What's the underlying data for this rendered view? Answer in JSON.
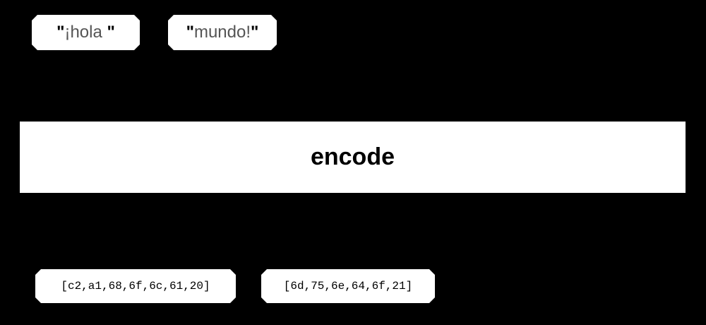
{
  "inputs": [
    {
      "quote_open": "\"",
      "text": "¡hola ",
      "quote_close": "\""
    },
    {
      "quote_open": "\"",
      "text": "mundo!",
      "quote_close": "\""
    }
  ],
  "process": {
    "label": "encode"
  },
  "outputs": [
    {
      "bytes": "[c2,a1,68,6f,6c,61,20]"
    },
    {
      "bytes": "[6d,75,6e,64,6f,21]"
    }
  ]
}
